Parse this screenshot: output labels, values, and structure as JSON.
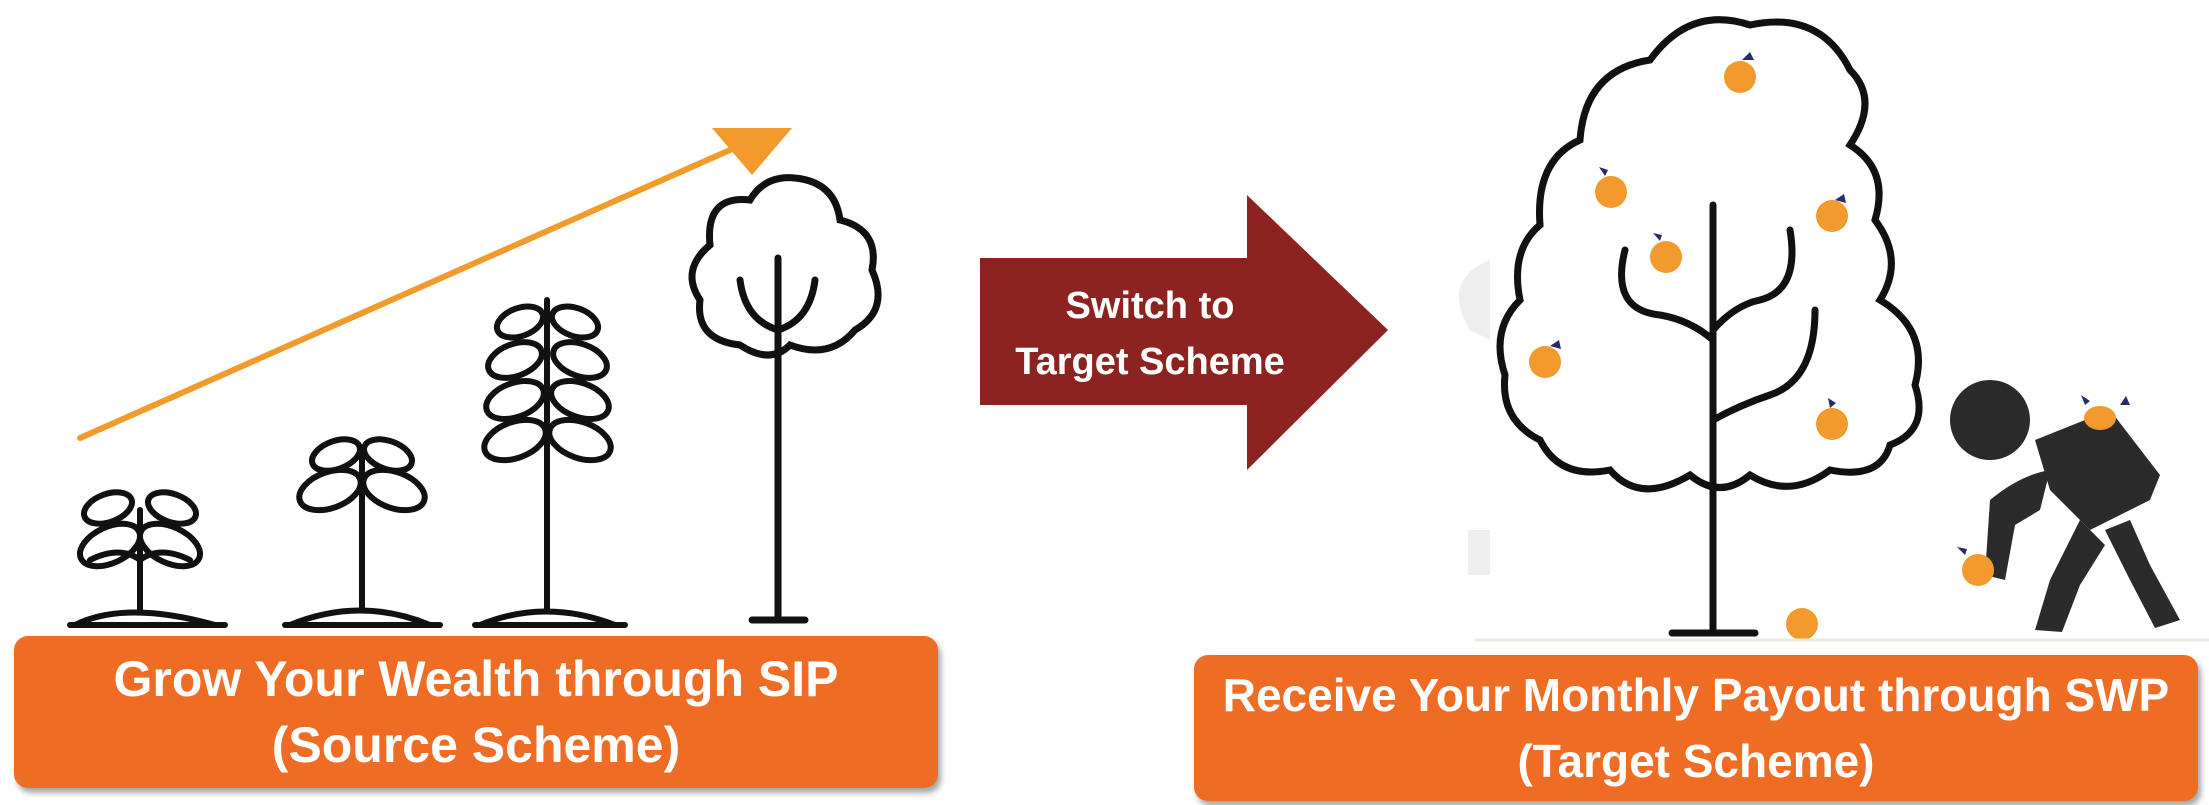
{
  "diagram": {
    "arrow_label_line1": "Switch to",
    "arrow_label_line2": "Target Scheme",
    "left_banner_line1": "Grow Your Wealth through SIP",
    "left_banner_line2": "(Source Scheme)",
    "right_banner_line1": "Receive Your Monthly Payout through SWP",
    "right_banner_line2": "(Target Scheme)"
  },
  "colors": {
    "banner": "#ef6c25",
    "switch_arrow": "#8d2320",
    "growth_arrow": "#f39a2d",
    "orange_fruit": "#f29a2e",
    "outline": "#111111"
  },
  "icons": [
    "plant-small-icon",
    "plant-medium-icon",
    "plant-large-icon",
    "tree-icon",
    "fruit-tree-icon",
    "harvester-person-icon"
  ]
}
